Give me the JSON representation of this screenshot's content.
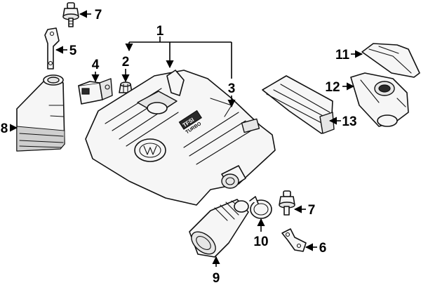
{
  "callouts": [
    {
      "id": "1",
      "label": "1"
    },
    {
      "id": "2",
      "label": "2"
    },
    {
      "id": "3",
      "label": "3"
    },
    {
      "id": "4",
      "label": "4"
    },
    {
      "id": "5",
      "label": "5"
    },
    {
      "id": "6",
      "label": "6"
    },
    {
      "id": "7a",
      "label": "7"
    },
    {
      "id": "7b",
      "label": "7"
    },
    {
      "id": "8",
      "label": "8"
    },
    {
      "id": "9",
      "label": "9"
    },
    {
      "id": "10",
      "label": "10"
    },
    {
      "id": "11",
      "label": "11"
    },
    {
      "id": "12",
      "label": "12"
    },
    {
      "id": "13",
      "label": "13"
    }
  ],
  "cover_text": {
    "tfsi": "TFSI",
    "turbo": "TURBO"
  }
}
